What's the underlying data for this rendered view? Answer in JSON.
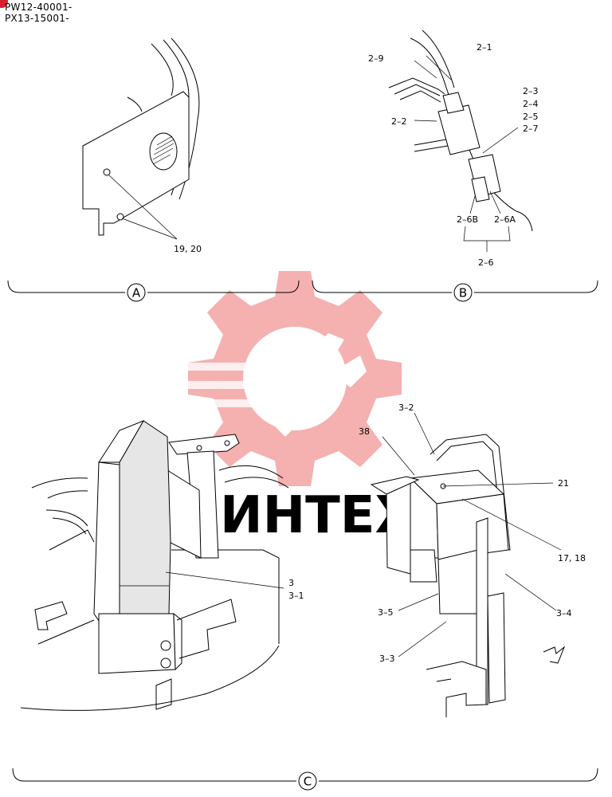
{
  "header": {
    "serial_line_1": "PW12-40001-",
    "serial_line_2": "PX13-15001-"
  },
  "views": {
    "a": {
      "letter": "A",
      "labels": {
        "fasteners": "19, 20"
      }
    },
    "b": {
      "letter": "B",
      "labels": {
        "l2_1": "2–1",
        "l2_9": "2–9",
        "l2_3": "2–3",
        "l2_4": "2–4",
        "l2_5": "2–5",
        "l2_7": "2–7",
        "l2_2": "2–2",
        "l2_6b": "2–6B",
        "l2_6a": "2–6A",
        "l2_6": "2–6"
      }
    },
    "c": {
      "letter": "C",
      "labels": {
        "l3": "3",
        "l3_1": "3–1",
        "l3_2": "3–2",
        "l38": "38",
        "l21": "21",
        "l17_18": "17, 18",
        "l3_5": "3–5",
        "l3_4": "3–4",
        "l3_3": "3–3"
      }
    }
  },
  "watermark": {
    "text": "ИНТЕХ"
  },
  "colors": {
    "watermark": "#f4a8a8",
    "watermark_text": "#e3e3e3",
    "badge": "#d81e2c",
    "line": "#000000"
  }
}
